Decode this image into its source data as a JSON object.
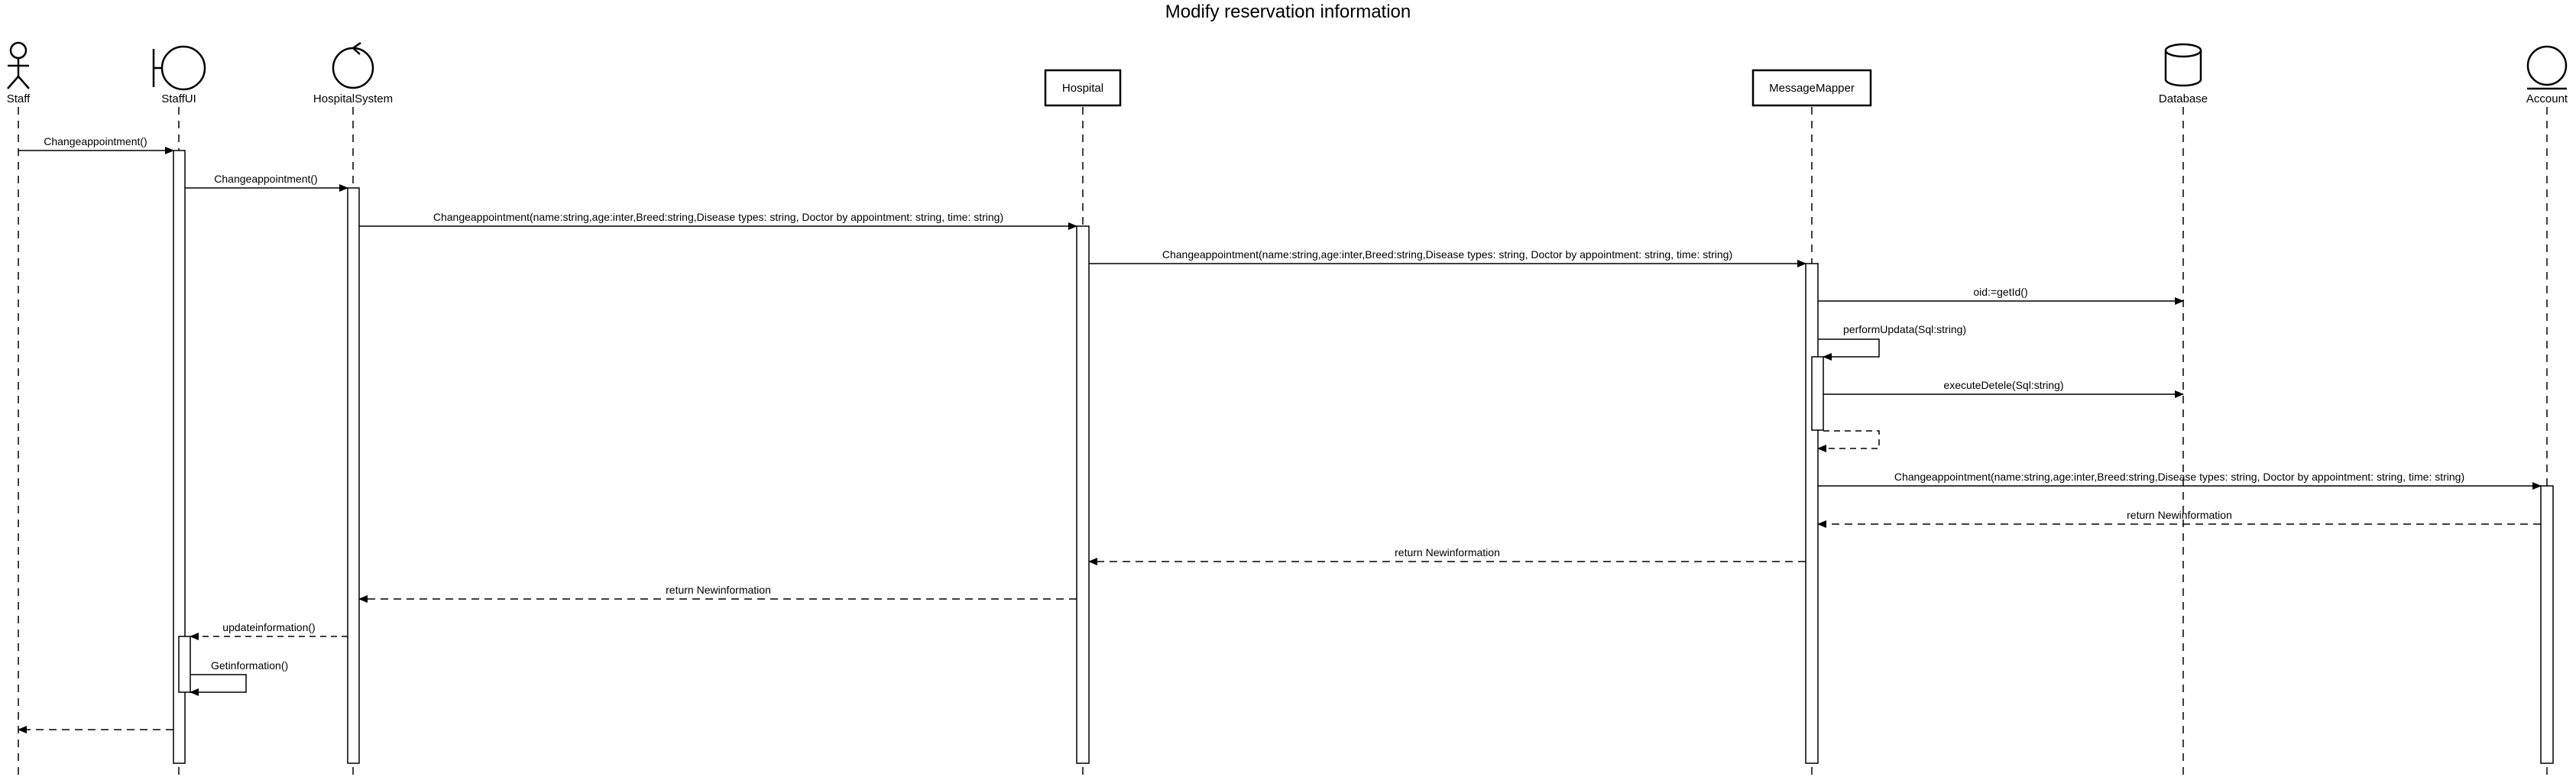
{
  "title": "Modify reservation information",
  "participants": {
    "staff": {
      "label": "Staff",
      "kind": "actor"
    },
    "staffui": {
      "label": "StaffUI",
      "kind": "boundary"
    },
    "hospitalsystem": {
      "label": "HospitalSystem",
      "kind": "control"
    },
    "hospital": {
      "label": "Hospital",
      "kind": "object"
    },
    "messagemapper": {
      "label": "MessageMapper",
      "kind": "object"
    },
    "database": {
      "label": "Database",
      "kind": "database"
    },
    "account": {
      "label": "Account",
      "kind": "entity"
    }
  },
  "messages": [
    {
      "from": "staff",
      "to": "staffui",
      "label": "Changeappointment()",
      "style": "sync"
    },
    {
      "from": "staffui",
      "to": "hospitalsystem",
      "label": "Changeappointment()",
      "style": "sync"
    },
    {
      "from": "hospitalsystem",
      "to": "hospital",
      "label": "Changeappointment(name:string,age:inter,Breed:string,Disease types: string, Doctor by appointment: string, time: string)",
      "style": "sync"
    },
    {
      "from": "hospital",
      "to": "messagemapper",
      "label": "Changeappointment(name:string,age:inter,Breed:string,Disease types: string, Doctor by appointment: string, time: string)",
      "style": "sync"
    },
    {
      "from": "messagemapper",
      "to": "database",
      "label": "oid:=getId()",
      "style": "sync"
    },
    {
      "from": "messagemapper",
      "to": "messagemapper",
      "label": "performUpdata(Sql:string)",
      "style": "self"
    },
    {
      "from": "messagemapper",
      "to": "database",
      "label": "executeDetele(Sql:string)",
      "style": "sync"
    },
    {
      "from": "messagemapper",
      "to": "messagemapper",
      "label": "",
      "style": "self-return"
    },
    {
      "from": "messagemapper",
      "to": "account",
      "label": "Changeappointment(name:string,age:inter,Breed:string,Disease types: string, Doctor by appointment: string, time: string)",
      "style": "sync"
    },
    {
      "from": "account",
      "to": "messagemapper",
      "label": "return Newinformation",
      "style": "return"
    },
    {
      "from": "messagemapper",
      "to": "hospital",
      "label": "return Newinformation",
      "style": "return"
    },
    {
      "from": "hospital",
      "to": "hospitalsystem",
      "label": "return Newinformation",
      "style": "return"
    },
    {
      "from": "hospitalsystem",
      "to": "staffui",
      "label": "updateinformation()",
      "style": "return"
    },
    {
      "from": "staffui",
      "to": "staffui",
      "label": "Getinformation()",
      "style": "self"
    },
    {
      "from": "staffui",
      "to": "staff",
      "label": "",
      "style": "return"
    }
  ]
}
